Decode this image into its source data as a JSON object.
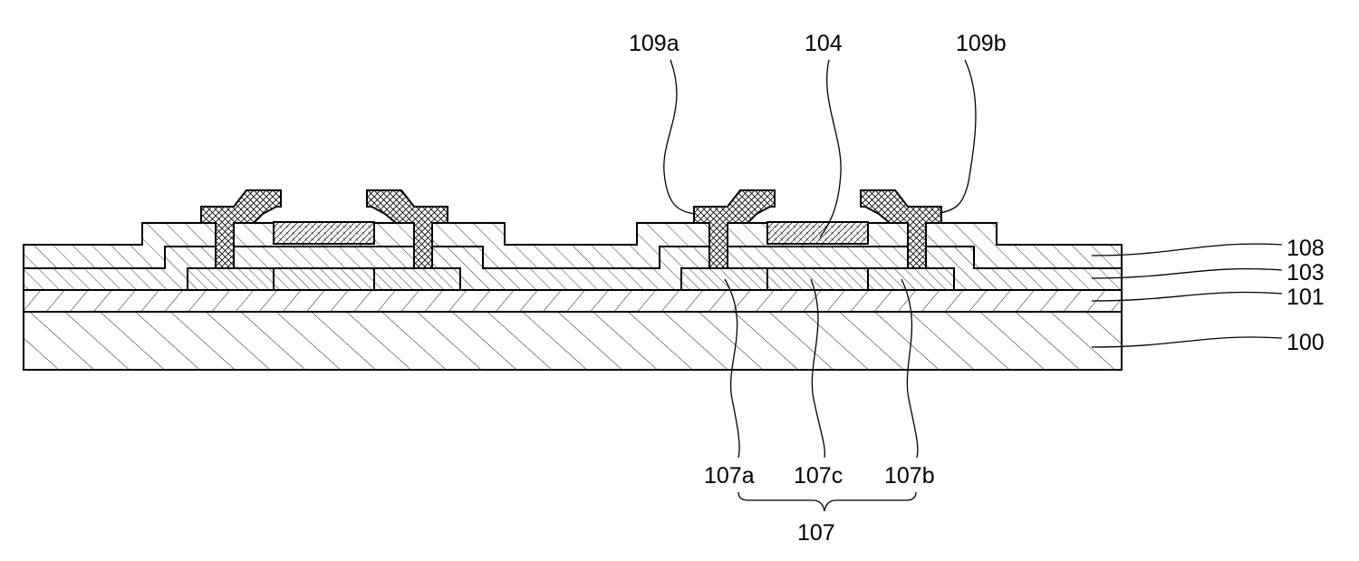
{
  "figure": {
    "labels": {
      "l109a": "109a",
      "l104": "104",
      "l109b": "109b",
      "l108": "108",
      "l103": "103",
      "l101": "101",
      "l100": "100",
      "l107a": "107a",
      "l107c": "107c",
      "l107b": "107b",
      "l107": "107"
    },
    "colors": {
      "ink": "#000000",
      "background": "#ffffff"
    }
  }
}
